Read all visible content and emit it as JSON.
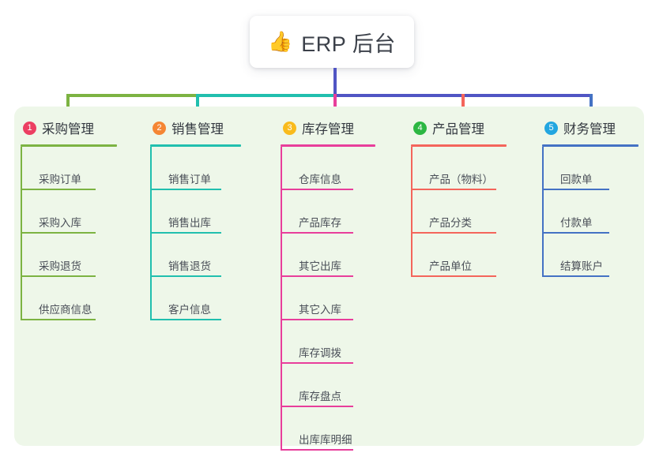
{
  "root": {
    "icon": "thumbs-up-icon",
    "emoji": "👍",
    "label": "ERP 后台"
  },
  "theme": {
    "panel_bg": "#eef7e9",
    "page_bg": "#ffffff",
    "title_text": "#3b4049",
    "leaf_text": "#4a4f58",
    "trunk": "#5055c4"
  },
  "columns": [
    {
      "number": "1",
      "title": "采购管理",
      "badge_color": "#ec3f62",
      "line_color": "#7cb342",
      "items": [
        {
          "label": "采购订单"
        },
        {
          "label": "采购入库"
        },
        {
          "label": "采购退货"
        },
        {
          "label": "供应商信息"
        }
      ]
    },
    {
      "number": "2",
      "title": "销售管理",
      "badge_color": "#f58634",
      "line_color": "#21bfae",
      "items": [
        {
          "label": "销售订单"
        },
        {
          "label": "销售出库"
        },
        {
          "label": "销售退货"
        },
        {
          "label": "客户信息"
        }
      ]
    },
    {
      "number": "3",
      "title": "库存管理",
      "badge_color": "#f9bb1d",
      "line_color": "#e83e9b",
      "items": [
        {
          "label": "仓库信息"
        },
        {
          "label": "产品库存"
        },
        {
          "label": "其它出库"
        },
        {
          "label": "其它入库"
        },
        {
          "label": "库存调拨"
        },
        {
          "label": "库存盘点"
        },
        {
          "label": "出库库明细"
        }
      ]
    },
    {
      "number": "4",
      "title": "产品管理",
      "badge_color": "#2cb742",
      "line_color": "#f4655b",
      "items": [
        {
          "label": "产品（物料）"
        },
        {
          "label": "产品分类"
        },
        {
          "label": "产品单位"
        }
      ]
    },
    {
      "number": "5",
      "title": "财务管理",
      "badge_color": "#22a6e0",
      "line_color": "#4472c4",
      "items": [
        {
          "label": "回款单"
        },
        {
          "label": "付款单"
        },
        {
          "label": "结算账户"
        }
      ]
    }
  ]
}
